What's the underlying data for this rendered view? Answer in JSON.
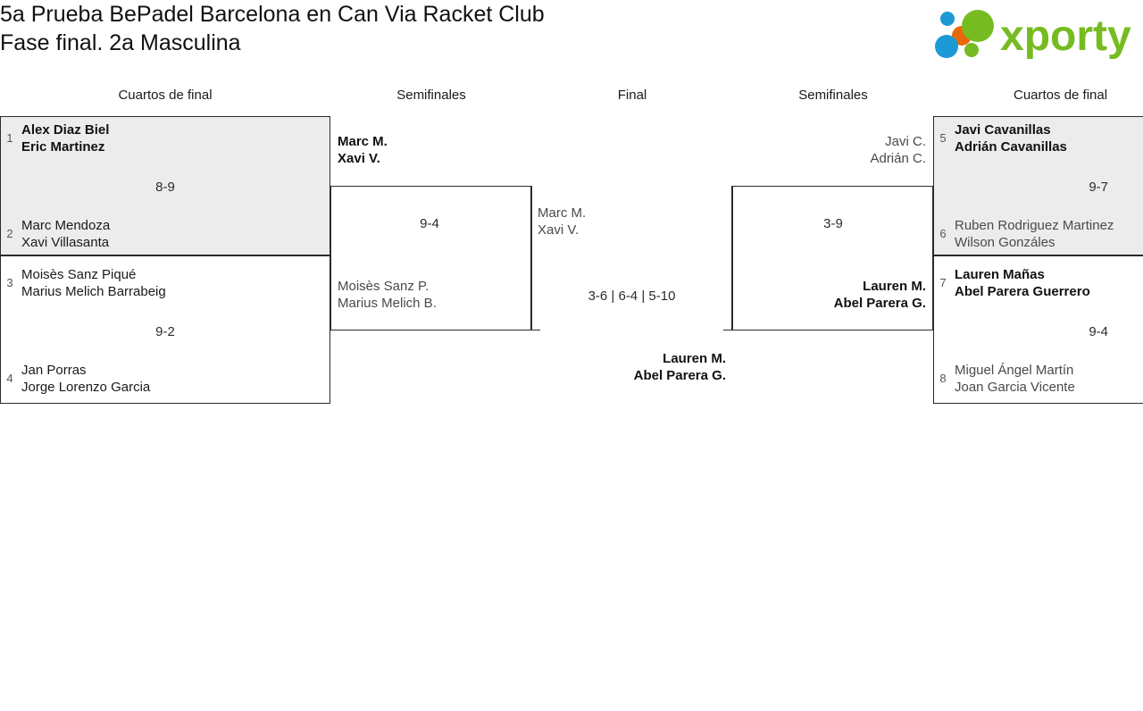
{
  "header": {
    "title_line1": "5a Prueba BePadel Barcelona en Can Via Racket Club",
    "title_line2": "Fase final. 2a Masculina",
    "logo_text": "xporty",
    "logo_colors": {
      "green": "#76bc21",
      "orange": "#e8690b",
      "blue": "#1b9ad6"
    }
  },
  "columns": [
    {
      "label": "Cuartos de final"
    },
    {
      "label": "Semifinales"
    },
    {
      "label": "Final"
    },
    {
      "label": "Semifinales"
    },
    {
      "label": "Cuartos de final"
    }
  ],
  "bracket": {
    "left_quarterfinals": [
      {
        "top": {
          "seed": "1",
          "p1": "Alex Diaz Biel",
          "p2": "Eric Martinez",
          "result": "loser"
        },
        "bottom": {
          "seed": "2",
          "p1": "Marc Mendoza",
          "p2": "Xavi Villasanta",
          "result": "winner"
        },
        "score": "8-9",
        "shaded": true
      },
      {
        "top": {
          "seed": "3",
          "p1": "Moisès Sanz Piqué",
          "p2": "Marius Melich Barrabeig",
          "result": "winner"
        },
        "bottom": {
          "seed": "4",
          "p1": "Jan Porras",
          "p2": "Jorge Lorenzo Garcia",
          "result": "loser"
        },
        "score": "9-2",
        "shaded": false
      }
    ],
    "left_semifinal": {
      "top": {
        "p1": "Marc M.",
        "p2": "Xavi V.",
        "result": "winner"
      },
      "bottom": {
        "p1": "Moisès Sanz P.",
        "p2": "Marius Melich B.",
        "result": "loser"
      },
      "score": "9-4"
    },
    "final": {
      "left": {
        "p1": "Marc M.",
        "p2": "Xavi V.",
        "result": "loser"
      },
      "right": {
        "p1": "Lauren M.",
        "p2": "Abel Parera G.",
        "result": "winner"
      },
      "score": "3-6 | 6-4 | 5-10"
    },
    "champion": {
      "p1": "Lauren M.",
      "p2": "Abel Parera G."
    },
    "right_semifinal": {
      "top": {
        "p1": "Javi C.",
        "p2": "Adrián C.",
        "result": "loser"
      },
      "bottom": {
        "p1": "Lauren M.",
        "p2": "Abel Parera G.",
        "result": "winner"
      },
      "score": "3-9"
    },
    "right_quarterfinals": [
      {
        "top": {
          "seed": "5",
          "p1": "Javi Cavanillas",
          "p2": "Adrián Cavanillas",
          "result": "winner"
        },
        "bottom": {
          "seed": "6",
          "p1": "Ruben Rodriguez Martinez",
          "p2": "Wilson Gonzáles",
          "result": "loser"
        },
        "score": "9-7",
        "shaded": true
      },
      {
        "top": {
          "seed": "7",
          "p1": "Lauren Mañas",
          "p2": "Abel Parera Guerrero",
          "result": "winner"
        },
        "bottom": {
          "seed": "8",
          "p1": "Miguel Ángel Martín",
          "p2": "Joan Garcia Vicente",
          "result": "loser"
        },
        "score": "9-4",
        "shaded": false
      }
    ]
  }
}
